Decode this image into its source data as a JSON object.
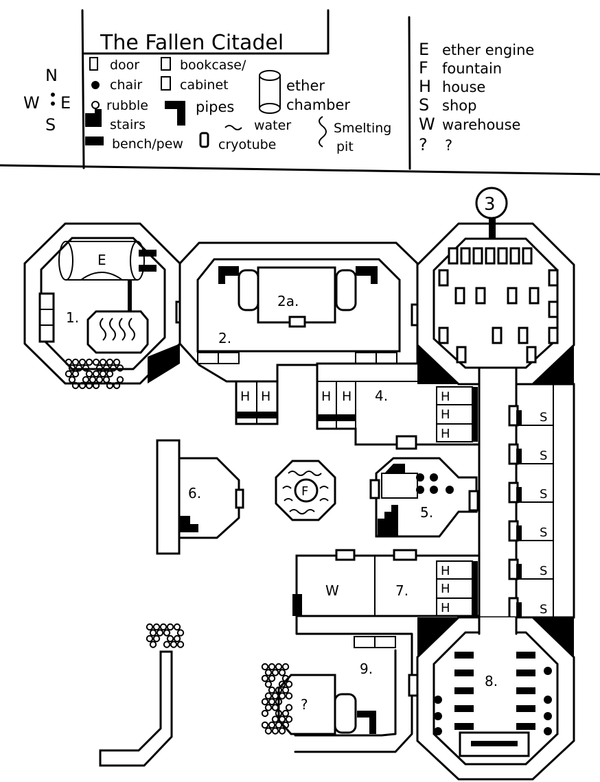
{
  "title": "The Fallen Citadel",
  "legend_symbols": [
    {
      "label": "door",
      "icon": "door-icon"
    },
    {
      "label": "chair",
      "icon": "chair-icon"
    },
    {
      "label": "rubble",
      "icon": "rubble-icon"
    },
    {
      "label": "stairs",
      "icon": "stairs-icon"
    },
    {
      "label": "bench/pew",
      "icon": "bench-icon"
    },
    {
      "label": "bookcase/",
      "icon": "bookcase-icon"
    },
    {
      "label": "cabinet",
      "icon": "cabinet-icon"
    },
    {
      "label": "pipes",
      "icon": "pipes-icon"
    },
    {
      "label": "water",
      "icon": "water-icon"
    },
    {
      "label": "cryotube",
      "icon": "cryotube-icon"
    },
    {
      "label": "ether",
      "icon": "ether-chamber-icon"
    },
    {
      "label": "chamber",
      "icon": ""
    },
    {
      "label": "Smelting",
      "icon": "smelting-pit-icon"
    },
    {
      "label": "pit",
      "icon": ""
    }
  ],
  "legend_letters": [
    {
      "key": "E",
      "label": "ether engine"
    },
    {
      "key": "F",
      "label": "fountain"
    },
    {
      "key": "H",
      "label": "house"
    },
    {
      "key": "S",
      "label": "shop"
    },
    {
      "key": "W",
      "label": "warehouse"
    },
    {
      "key": "?",
      "label": "?"
    }
  ],
  "compass": {
    "n": "N",
    "s": "S",
    "e": "E",
    "w": "W"
  },
  "map_labels": {
    "room1": "1.",
    "room2": "2.",
    "room2a": "2a.",
    "room3": "3",
    "room4": "4.",
    "room5": "5.",
    "room6": "6.",
    "room7": "7.",
    "room8": "8.",
    "room9": "9.",
    "engine": "E",
    "fountain": "F",
    "warehouse": "W",
    "mystery": "?",
    "house": "H",
    "shop": "S"
  }
}
